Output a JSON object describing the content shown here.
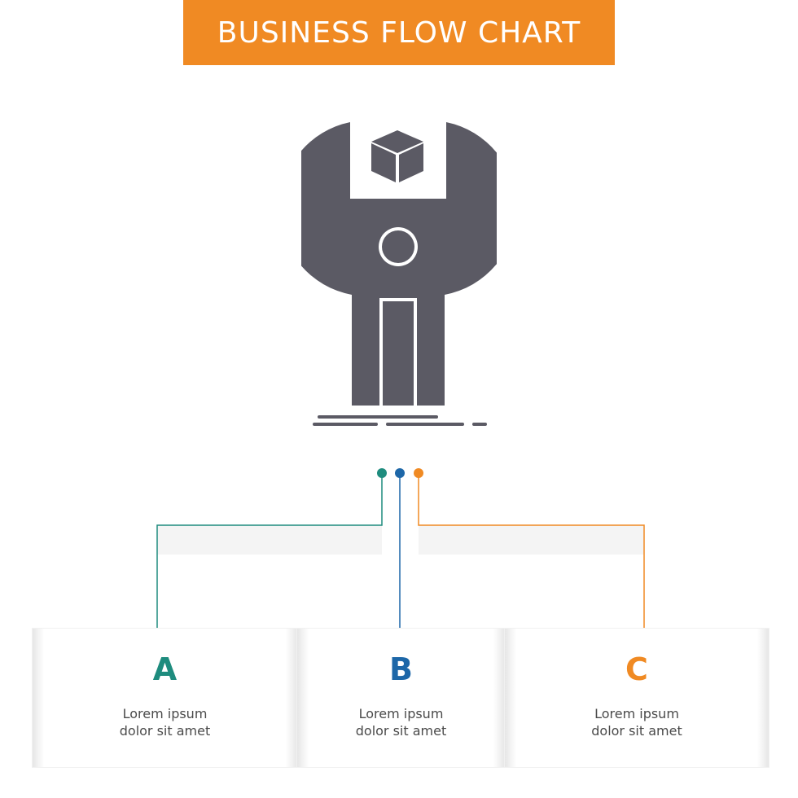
{
  "header": {
    "title": "BUSINESS FLOW CHART"
  },
  "central_icon": {
    "name": "wrench-with-box-icon"
  },
  "colors": {
    "banner": "#f08a23",
    "icon": "#5b5a64",
    "teal": "#1e8c7e",
    "blue": "#1d67a8",
    "orange": "#f08a23"
  },
  "steps": [
    {
      "letter": "A",
      "line1": "Lorem ipsum",
      "line2": "dolor sit amet",
      "color": "#1e8c7e"
    },
    {
      "letter": "B",
      "line1": "Lorem ipsum",
      "line2": "dolor sit amet",
      "color": "#1d67a8"
    },
    {
      "letter": "C",
      "line1": "Lorem ipsum",
      "line2": "dolor sit amet",
      "color": "#f08a23"
    }
  ]
}
